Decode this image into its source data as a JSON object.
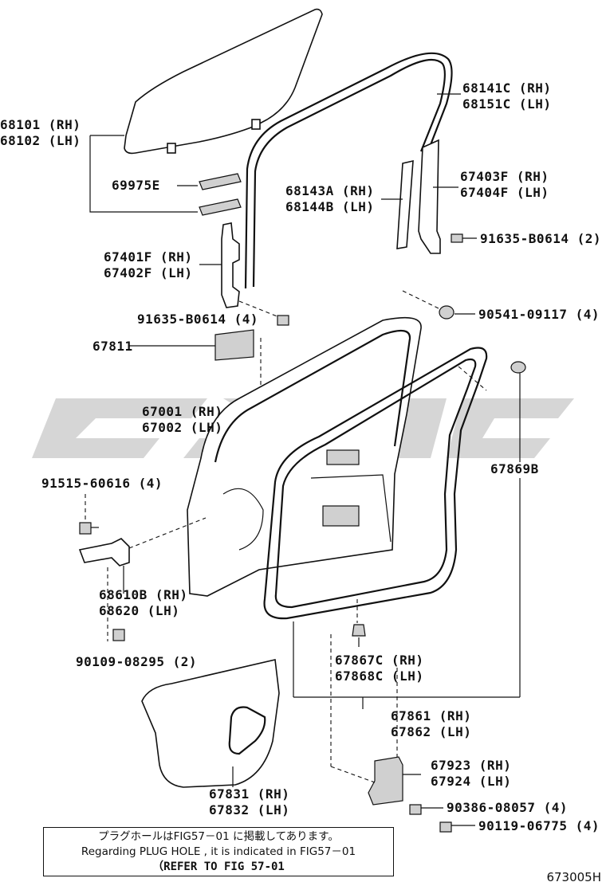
{
  "parts": {
    "window_glass": "68101 (RH)\n68102 (LH)",
    "run_channel_upper": "68141C (RH)\n68151C (LH)",
    "clip_69975e": "69975E",
    "run_channel_front": "68143A (RH)\n68144B (LH)",
    "rear_sash": "67403F (RH)\n67404F (LH)",
    "bolt_rear_sash": "91635-B0614 (2)",
    "front_sash": "67401F (RH)\n67402F (LH)",
    "bolt_front_sash": "91635-B0614 (4)",
    "clip_90541": "90541-09117 (4)",
    "pad_67811": "67811",
    "door_panel": "67001 (RH)\n67002 (LH)",
    "weatherstrip_clip": "67869B",
    "bolt_hinge": "91515-60616 (4)",
    "door_check": "68610B (RH)\n68620 (LH)",
    "bolt_check": "90109-08295 (2)",
    "hole_cover_clip": "67867C (RH)\n67868C (LH)",
    "weatherstrip": "67861 (RH)\n67862 (LH)",
    "service_hole_cover": "67831 (RH)\n67832 (LH)",
    "lower_bracket": "67923 (RH)\n67924 (LH)",
    "screw_90386": "90386-08057 (4)",
    "screw_90119": "90119-06775 (4)"
  },
  "note": {
    "line_jp": "プラグホールはFIG57－01 に掲載してあります。",
    "line_en": "Regarding  PLUG HOLE , it is indicated in FIG57－01",
    "line_ref": "（REFER TO FIG 57-01"
  },
  "figure_code": "673005H"
}
